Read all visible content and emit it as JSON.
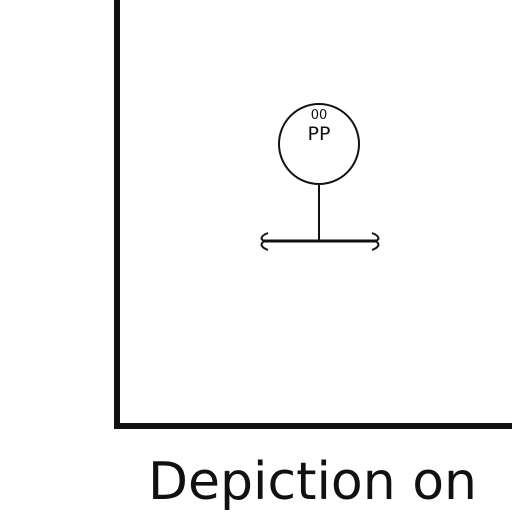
{
  "diagram": {
    "node": {
      "top_label": "00",
      "main_label": "PP"
    },
    "caption": "Depiction on"
  },
  "colors": {
    "ink": "#111111",
    "background": "#ffffff"
  }
}
